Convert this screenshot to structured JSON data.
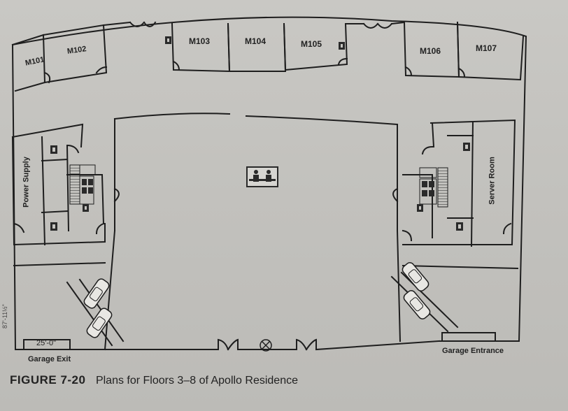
{
  "rooms": {
    "m101": "M101",
    "m102": "M102",
    "m103": "M103",
    "m104": "M104",
    "m105": "M105",
    "m106": "M106",
    "m107": "M107",
    "power_supply": "Power Supply",
    "server_room": "Server Room"
  },
  "labels": {
    "garage_exit": "Garage Exit",
    "garage_entrance": "Garage Entrance",
    "garage_width": "25'-0\"",
    "side_dimension": "87'-11½\""
  },
  "caption": {
    "figure": "FIGURE 7-20",
    "text": "Plans for Floors 3–8 of Apollo Residence"
  },
  "colors": {
    "line": "#1e1e1e",
    "paper": "#c6c5c1",
    "icon_fill": "#2a2a2a"
  },
  "icons": [
    "restroom-icon",
    "elevator-icon",
    "car-icon",
    "fire-alarm-icon",
    "stairs-icon"
  ]
}
